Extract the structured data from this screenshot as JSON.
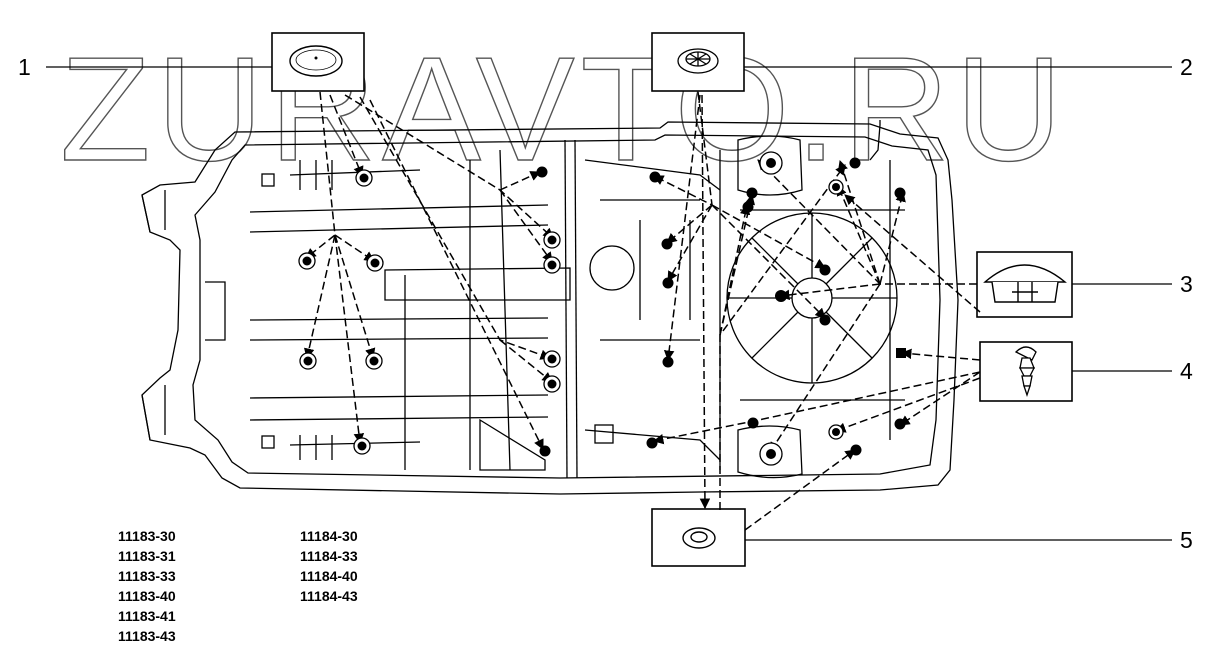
{
  "watermark": "ZURAVTO.RU",
  "callouts": [
    "1",
    "2",
    "3",
    "4",
    "5"
  ],
  "codes": {
    "left": [
      "11183-30",
      "11183-31",
      "11183-33",
      "11183-40",
      "11183-41",
      "11183-43"
    ],
    "right": [
      "11184-30",
      "11184-33",
      "11184-40",
      "11184-43"
    ]
  },
  "colors": {
    "line": "#000000",
    "watermark_stroke": "#555555",
    "background": "#ffffff"
  }
}
